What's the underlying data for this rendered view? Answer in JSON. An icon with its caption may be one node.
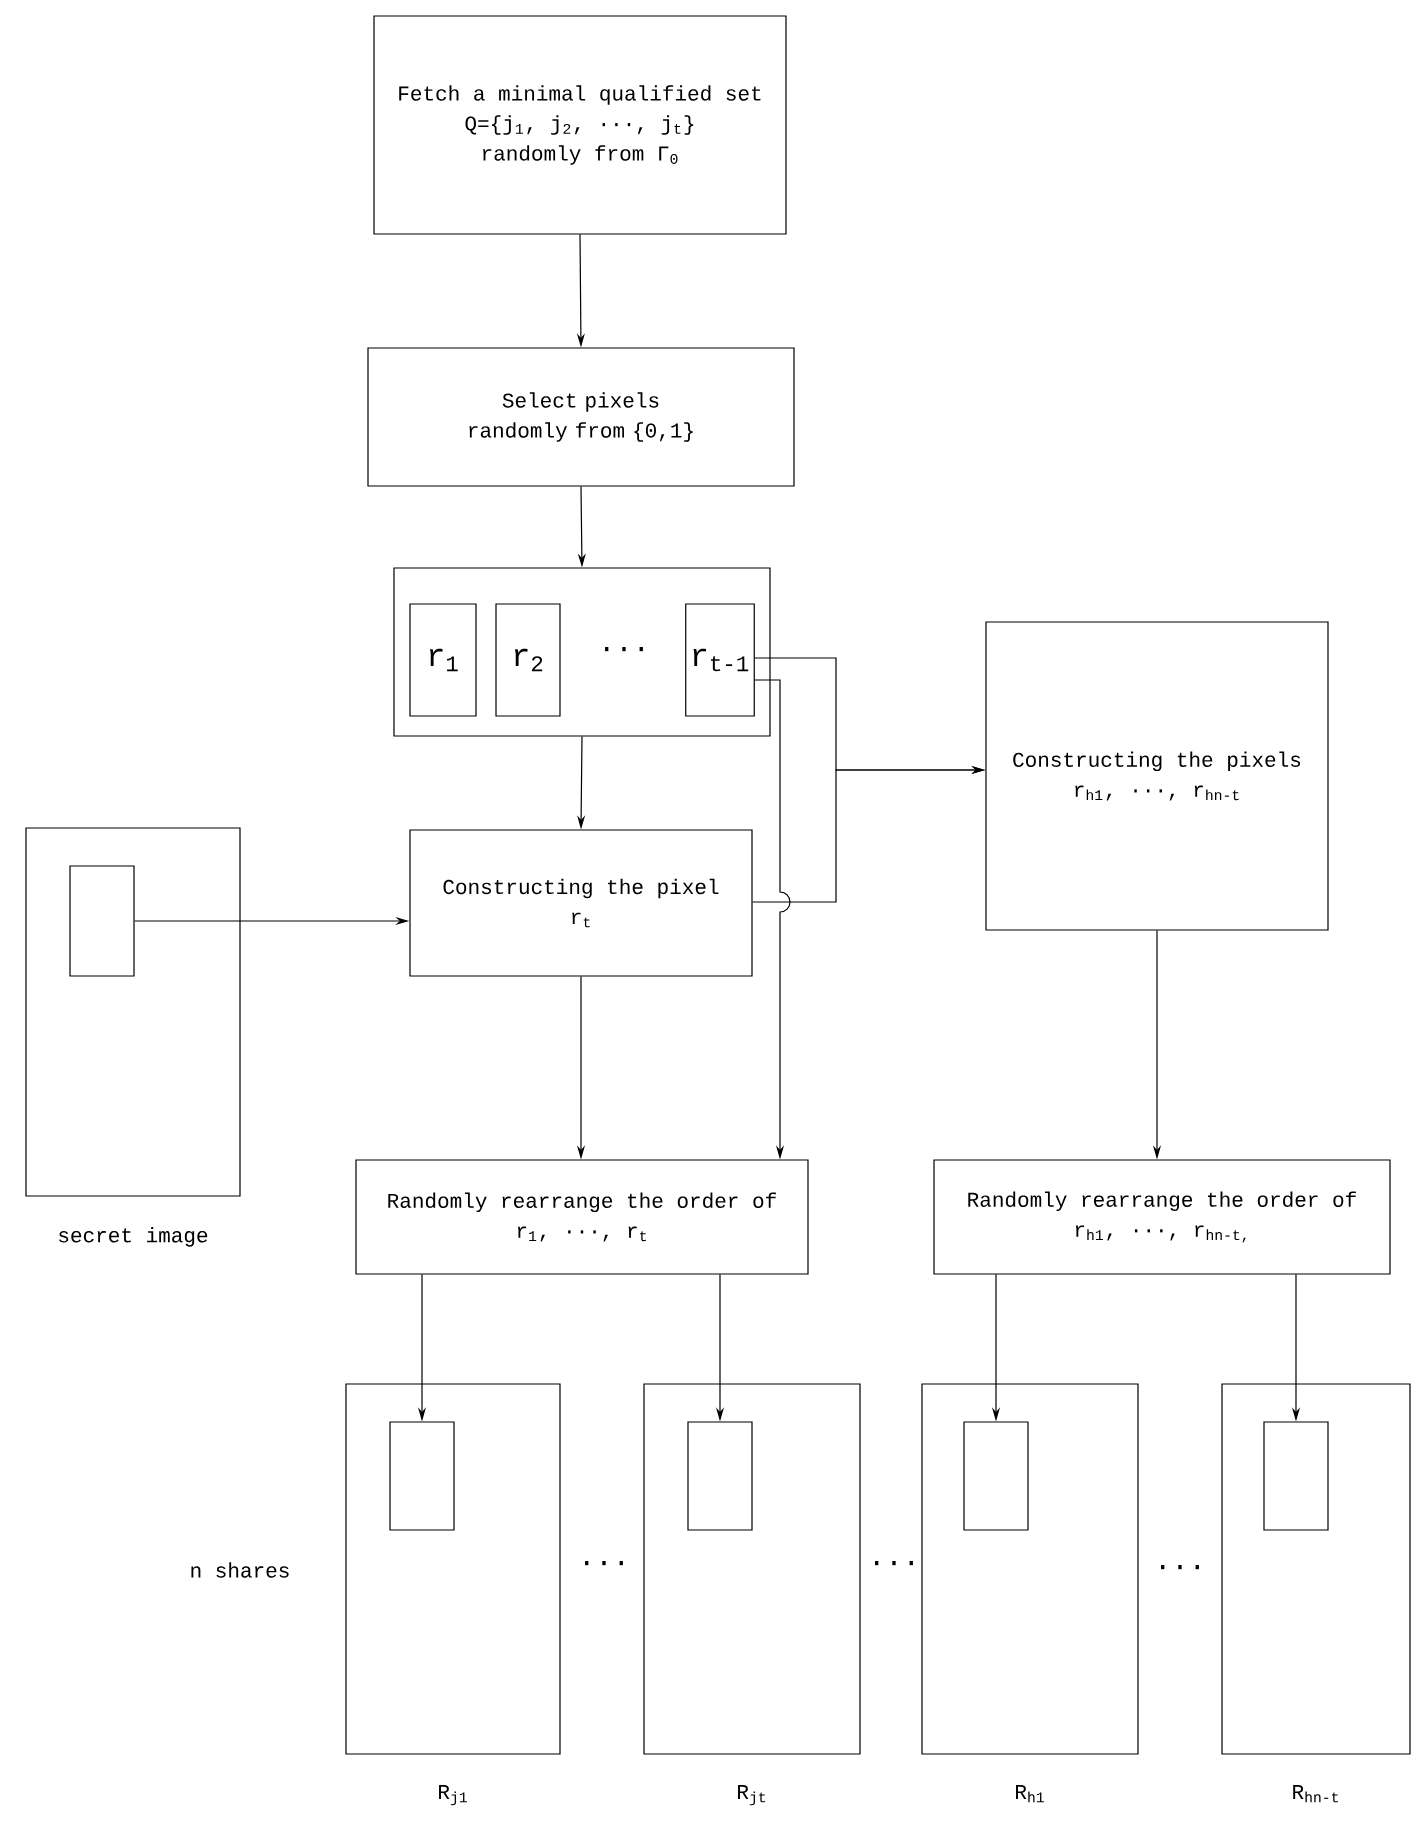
{
  "diagram": {
    "nodes": [
      {
        "text": [
          "Fetch a minimal qualified set",
          "Q={j$_{1}$, j$_{2}$, ···, j$_{t}$}",
          "randomly from Γ$_{0}$"
        ]
      },
      {
        "text": [
          "Select pixels randomly from {0,1}"
        ]
      },
      {
        "text": [],
        "shape": "box"
      },
      {
        "text": [
          "r$_{1}$"
        ],
        "in": 2
      },
      {
        "text": [
          "r$_{2}$"
        ],
        "in": 2
      },
      {
        "text": [
          "r$_{t-1}$"
        ],
        "in": 2
      },
      {
        "text": [
          "Constructing the pixels",
          "r$_{h1}$, ···, r$_{hn-t}$"
        ]
      },
      {
        "text": [],
        "shape": "box",
        "beside": [
          "secret image"
        ]
      },
      {
        "text": [],
        "shape": "box",
        "in": 7
      },
      {
        "text": [
          "Constructing the pixel",
          "r$_{t}$"
        ]
      },
      {
        "text": [
          "Randomly rearrange the order of",
          "r$_{1}$, ···, r$_{t}$"
        ]
      },
      {
        "text": [
          "Randomly rearrange the order of",
          "r$_{h1}$, ···, r$_{hn-t,}$"
        ]
      },
      {
        "text": [],
        "shape": "box",
        "beside": [
          "R$_{j1}$"
        ]
      },
      {
        "text": [],
        "shape": "box",
        "in": 12
      },
      {
        "text": [],
        "shape": "box",
        "beside": [
          "R$_{jt}$"
        ]
      },
      {
        "text": [],
        "shape": "box",
        "in": 14
      },
      {
        "text": [],
        "shape": "box",
        "beside": [
          "R$_{h1}$"
        ]
      },
      {
        "text": [],
        "shape": "box",
        "in": 16
      },
      {
        "text": [],
        "shape": "box",
        "beside": [
          "R$_{hn-t}$"
        ]
      },
      {
        "text": [],
        "shape": "box",
        "in": 18
      }
    ],
    "edges": [
      {
        "from": 0,
        "to": 1,
        "arrow": "to"
      },
      {
        "from": 1,
        "to": 2,
        "arrow": "to"
      },
      {
        "from": 2,
        "to": 9,
        "arrow": "to"
      },
      {
        "from": 8,
        "to": 9,
        "arrow": "to"
      },
      {
        "from": 5,
        "to": 6,
        "arrow": "to"
      },
      {
        "from": 9,
        "to": 6,
        "arrow": "to"
      },
      {
        "from": 5,
        "to": 10,
        "arrow": "to"
      },
      {
        "from": 9,
        "to": 10,
        "arrow": "to"
      },
      {
        "from": 6,
        "to": 11,
        "arrow": "to"
      },
      {
        "from": 10,
        "to": 13,
        "arrow": "to"
      },
      {
        "from": 10,
        "to": 15,
        "arrow": "to"
      },
      {
        "from": 11,
        "to": 17,
        "arrow": "to"
      },
      {
        "from": 11,
        "to": 19,
        "arrow": "to"
      }
    ],
    "labels": [
      "···",
      "n shares",
      "···",
      "···",
      "···"
    ]
  }
}
